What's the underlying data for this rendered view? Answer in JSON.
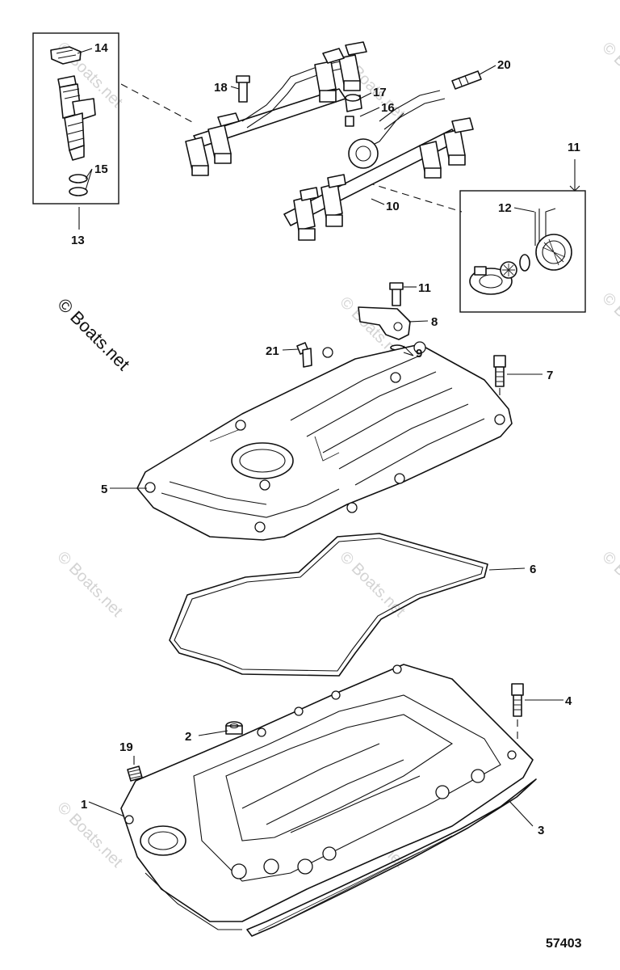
{
  "diagram": {
    "figure_number": "57403",
    "copyright_notice": "© Boats.net",
    "watermark_text": "© Boats.net",
    "callouts": [
      {
        "id": "c1",
        "label": "1"
      },
      {
        "id": "c2",
        "label": "2"
      },
      {
        "id": "c3",
        "label": "3"
      },
      {
        "id": "c4",
        "label": "4"
      },
      {
        "id": "c5",
        "label": "5"
      },
      {
        "id": "c6",
        "label": "6"
      },
      {
        "id": "c7",
        "label": "7"
      },
      {
        "id": "c8",
        "label": "8"
      },
      {
        "id": "c9",
        "label": "9"
      },
      {
        "id": "c10",
        "label": "10"
      },
      {
        "id": "c11a",
        "label": "11"
      },
      {
        "id": "c11b",
        "label": "11"
      },
      {
        "id": "c12",
        "label": "12"
      },
      {
        "id": "c13",
        "label": "13"
      },
      {
        "id": "c14",
        "label": "14"
      },
      {
        "id": "c15",
        "label": "15"
      },
      {
        "id": "c16",
        "label": "16"
      },
      {
        "id": "c17",
        "label": "17"
      },
      {
        "id": "c18",
        "label": "18"
      },
      {
        "id": "c19",
        "label": "19"
      },
      {
        "id": "c20",
        "label": "20"
      },
      {
        "id": "c21",
        "label": "21"
      }
    ]
  }
}
